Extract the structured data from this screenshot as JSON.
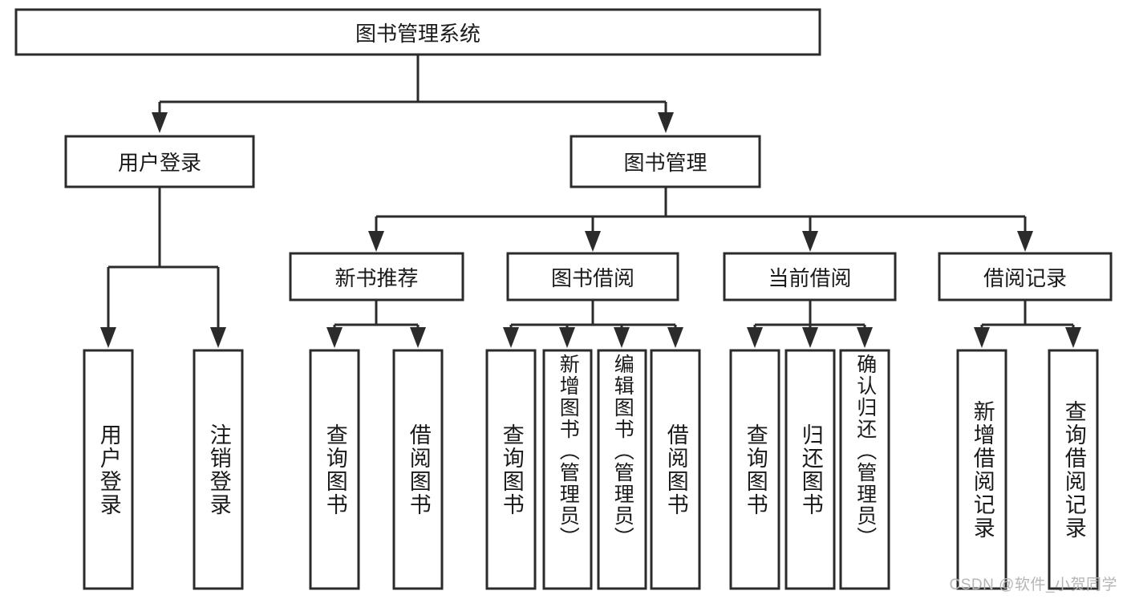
{
  "diagram": {
    "title": "图书管理系统",
    "type": "hierarchy-tree",
    "watermark": "CSDN @软件_小贺同学",
    "colors": {
      "stroke": "#2b2b2b",
      "fill": "#ffffff",
      "text": "#1a1a1a",
      "watermark": "#b6b6b6"
    },
    "levels": {
      "root": {
        "label": "图书管理系统"
      },
      "level2": [
        {
          "label": "用户登录"
        },
        {
          "label": "图书管理"
        }
      ],
      "level3": [
        {
          "label": "新书推荐"
        },
        {
          "label": "图书借阅"
        },
        {
          "label": "当前借阅"
        },
        {
          "label": "借阅记录"
        }
      ],
      "leaves": {
        "user_login": [
          {
            "label": "用户登录"
          },
          {
            "label": "注销登录"
          }
        ],
        "new_book_recommend": [
          {
            "label": "查询图书"
          },
          {
            "label": "借阅图书"
          }
        ],
        "book_borrow": [
          {
            "label": "查询图书"
          },
          {
            "label": "新增图书（管理员）"
          },
          {
            "label": "编辑图书（管理员）"
          },
          {
            "label": "借阅图书"
          }
        ],
        "current_borrow": [
          {
            "label": "查询图书"
          },
          {
            "label": "归还图书"
          },
          {
            "label": "确认归还（管理员）"
          }
        ],
        "borrow_record": [
          {
            "label": "新增借阅记录"
          },
          {
            "label": "查询借阅记录"
          }
        ]
      }
    }
  }
}
